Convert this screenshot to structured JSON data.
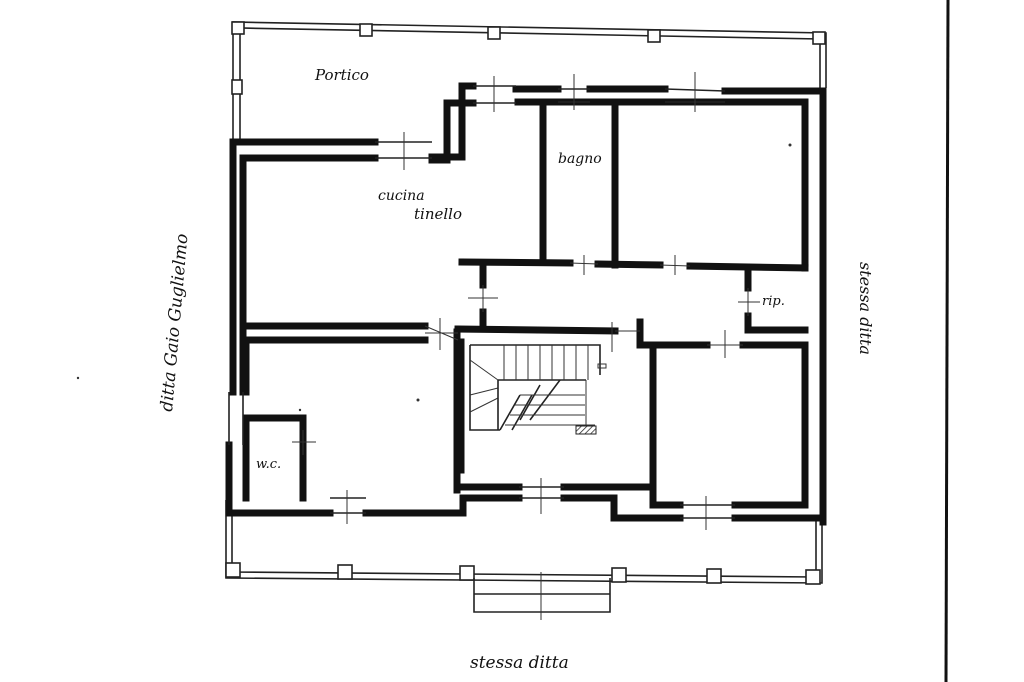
{
  "labels": {
    "portico": "Portico",
    "bagno": "bagno",
    "cucina": "cucina",
    "tinello": "tinello",
    "rip": "rip.",
    "wc": "w.c.",
    "left_neighbor": "ditta Gaio Guglielmo",
    "right_neighbor": "stessa ditta",
    "bottom_neighbor": "stessa ditta"
  }
}
